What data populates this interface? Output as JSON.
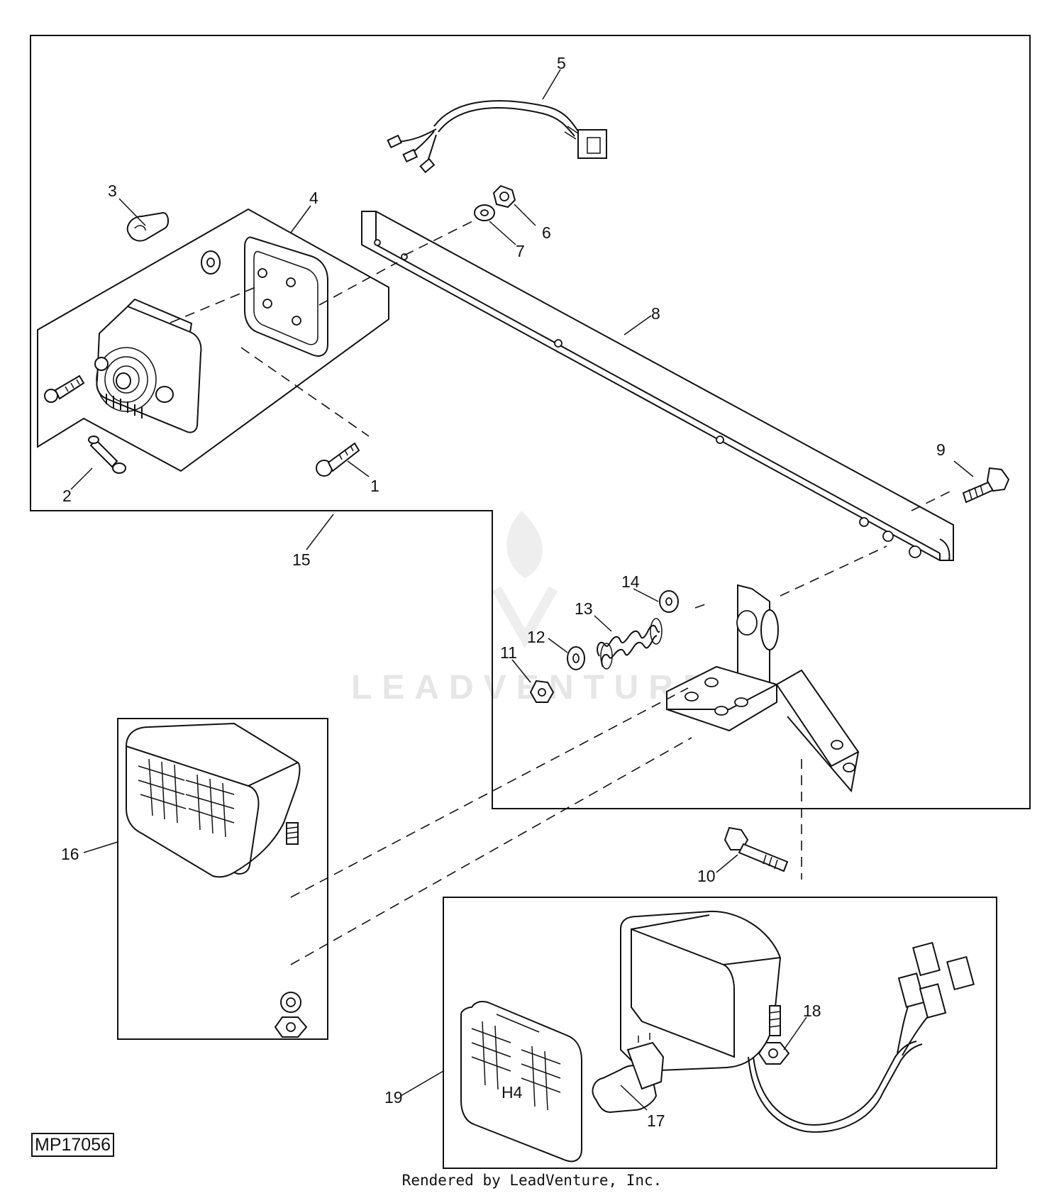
{
  "figure_id": "MP17056",
  "credit": "Rendered by LeadVenture, Inc.",
  "watermark": "LEADVENTURE",
  "callouts": [
    "1",
    "2",
    "3",
    "4",
    "5",
    "6",
    "7",
    "8",
    "9",
    "10",
    "11",
    "12",
    "13",
    "14",
    "15",
    "16",
    "17",
    "18",
    "19"
  ],
  "lens_mark": "H4"
}
